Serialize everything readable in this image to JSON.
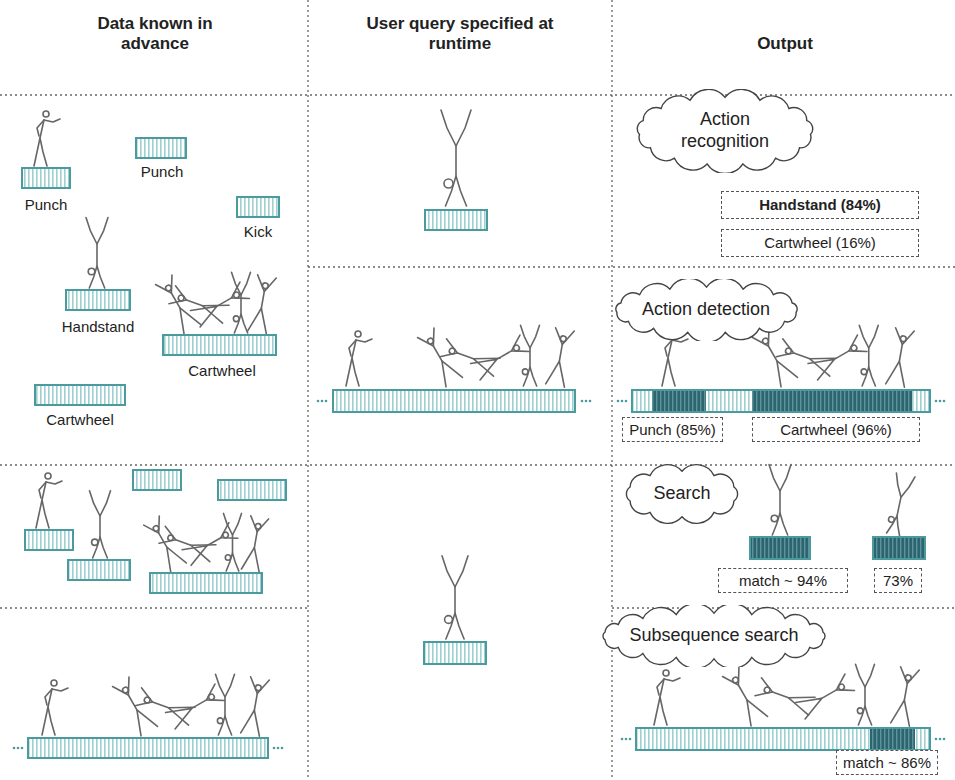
{
  "diagram": {
    "nodes": [
      {
        "text": [
          "Action recognition"
        ]
      },
      {
        "text": [
          "Handstand (84%)"
        ]
      },
      {
        "text": [
          "Cartwheel (16%)"
        ]
      },
      {
        "text": [
          "Action detection"
        ]
      },
      {
        "text": [
          "Punch (85%)"
        ]
      },
      {
        "text": [
          "Cartwheel (96%)"
        ]
      },
      {
        "text": [
          "Search"
        ]
      },
      {
        "text": [
          "match ~ 94%"
        ]
      },
      {
        "text": [
          "73%"
        ]
      },
      {
        "text": [
          "Subsequence search"
        ]
      },
      {
        "text": [
          "match ~ 86%"
        ]
      }
    ],
    "labels": [
      "Data known in advance",
      "User query specified at runtime",
      "Output",
      "Punch",
      "Punch",
      "Kick",
      "Handstand",
      "Cartwheel",
      "Cartwheel"
    ]
  }
}
